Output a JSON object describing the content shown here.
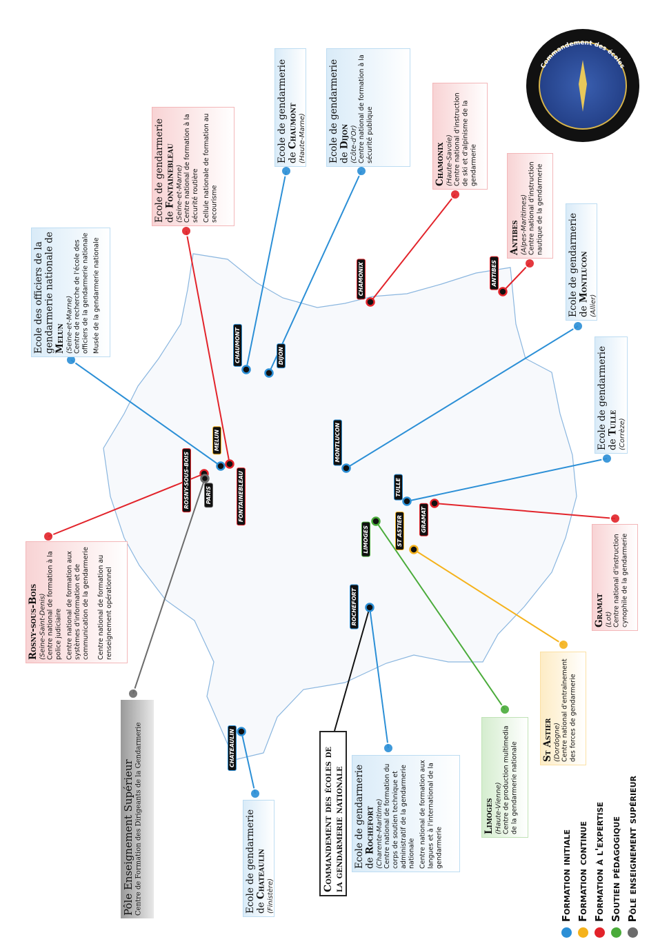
{
  "legend": [
    {
      "label": "Formation initiale",
      "color": "#2b8fd6"
    },
    {
      "label": "Formation continue",
      "color": "#f5b21b"
    },
    {
      "label": "Formation à l'expertise",
      "color": "#e2232a"
    },
    {
      "label": "Soutien pédagogique",
      "color": "#4aab3a"
    },
    {
      "label": "Pôle enseignement supérieur",
      "color": "#6b6b6b"
    }
  ],
  "logo_text": "Commandement des écoles",
  "boxes": [
    {
      "id": "melun",
      "category": "blue",
      "prefix": "Ecole des officiers de la gendarmerie nationale de",
      "name": "Melun",
      "dept": "(Seine-et-Marne)",
      "items": [
        "Centre de recherche de l'école des officiers de la gendarmerie nationale",
        "Musée de la gendarmerie nationale"
      ]
    },
    {
      "id": "fontainebleau",
      "category": "red",
      "prefix": "Ecole de gendarmerie de",
      "name": "Fontainebleau",
      "dept": "(Seine-et-Marne)",
      "items": [
        "Centre national de formation à la sécurité routière",
        "Cellule nationale de formation au secourisme"
      ]
    },
    {
      "id": "chaumont",
      "category": "blue",
      "prefix": "Ecole de gendarmerie de",
      "name": "Chaumont",
      "dept": "(Haute-Marne)",
      "items": []
    },
    {
      "id": "dijon",
      "category": "blue",
      "prefix": "Ecole de gendarmerie de",
      "name": "Dijon",
      "dept": "(Côte-d'Or)",
      "items": [
        "Centre national de formation à la sécurité publique"
      ]
    },
    {
      "id": "chamonix",
      "category": "red",
      "prefix": "",
      "name": "Chamonix",
      "dept": "(Haute-Savoie)",
      "items": [
        "Centre national d'instruction de ski et d'alpinisme de la gendarmerie"
      ]
    },
    {
      "id": "antibes",
      "category": "red",
      "prefix": "",
      "name": "Antibes",
      "dept": "(Alpes-Maritimes)",
      "items": [
        "Centre national d'instruction nautique de la gendarmerie"
      ]
    },
    {
      "id": "montlucon",
      "category": "blue",
      "prefix": "Ecole de gendarmerie de",
      "name": "Montlucon",
      "dept": "(Allier)",
      "items": []
    },
    {
      "id": "tulle",
      "category": "blue",
      "prefix": "Ecole de gendarmerie de",
      "name": "Tulle",
      "dept": "(Corrèze)",
      "items": []
    },
    {
      "id": "gramat",
      "category": "red",
      "prefix": "",
      "name": "Gramat",
      "dept": "(Lot)",
      "items": [
        "Centre national d'instruction cynophile de la gendarmerie"
      ]
    },
    {
      "id": "stastier",
      "category": "orange",
      "prefix": "",
      "name": "St Astier",
      "dept": "(Dordogne)",
      "items": [
        "Centre national d'entraînement des forces de gendarmerie"
      ]
    },
    {
      "id": "limoges",
      "category": "green",
      "prefix": "",
      "name": "Limoges",
      "dept": "(Haute-Vienne)",
      "items": [
        "Centre de production multimedia de la gendarmerie nationale"
      ]
    },
    {
      "id": "rochefort",
      "category": "blue",
      "prefix": "Ecole de gendarmerie de",
      "name": "Rochefort",
      "dept": "(Charente-Maritime)",
      "items": [
        "Centre national de formation du corps de soutien technique et administratif de la gendarmerie nationale",
        "Centre national de formation aux langues et à l'international de la gendarmerie"
      ]
    },
    {
      "id": "chateaulin",
      "category": "blue",
      "prefix": "Ecole de gendarmerie de",
      "name": "Chateaulin",
      "dept": "(Finistère)",
      "items": []
    },
    {
      "id": "rosny",
      "category": "red",
      "prefix": "",
      "name": "Rosny-sous-Bois",
      "dept": "(Seine-Saint-Denis)",
      "items": [
        "Centre national de formation à la police judiciaire",
        "Centre national de formation aux systèmes d'information et de communication de la gendarmerie",
        "Centre national de formation au renseignement opérationnel"
      ]
    },
    {
      "id": "pole",
      "category": "gray",
      "prefix": "Pôle Enseignement Supérieur",
      "name": "",
      "dept": "",
      "items": [
        "Centre de Formation des Dirigeants de la Gendarmerie"
      ]
    },
    {
      "id": "command",
      "category": "cmd",
      "prefix": "Commandement des écoles de la gendarmerie nationale",
      "name": "",
      "dept": "",
      "items": []
    }
  ],
  "map_tags": [
    {
      "id": "chaumont",
      "label": "CHAUMONT",
      "color": "#2b8fd6"
    },
    {
      "id": "dijon",
      "label": "DIJON",
      "color": "#2b8fd6"
    },
    {
      "id": "chamonix",
      "label": "CHAMONIX",
      "color": "#e2232a"
    },
    {
      "id": "antibes",
      "label": "ANTIBES",
      "color": "#e2232a"
    },
    {
      "id": "montlucon",
      "label": "MONTLUCON",
      "color": "#2b8fd6"
    },
    {
      "id": "tulle",
      "label": "TULLE",
      "color": "#2b8fd6"
    },
    {
      "id": "gramat",
      "label": "GRAMAT",
      "color": "#e2232a"
    },
    {
      "id": "stastier",
      "label": "ST ASTIER",
      "color": "#f5b21b"
    },
    {
      "id": "limoges",
      "label": "LIMOGES",
      "color": "#4aab3a"
    },
    {
      "id": "rochefort",
      "label": "ROCHEFORT",
      "color": "#2b8fd6"
    },
    {
      "id": "chateaulin",
      "label": "CHATEAULIN",
      "color": "#2b8fd6"
    },
    {
      "id": "melun",
      "label": "MELUN",
      "color": "#f5b21b"
    },
    {
      "id": "fontainebleau",
      "label": "FONTAINEBLEAU",
      "color": "#e2232a"
    },
    {
      "id": "rosny",
      "label": "ROSNY-SOUS-BOIS",
      "color": "#e2232a"
    },
    {
      "id": "paris",
      "label": "PARIS",
      "color": "#6b6b6b"
    }
  ]
}
